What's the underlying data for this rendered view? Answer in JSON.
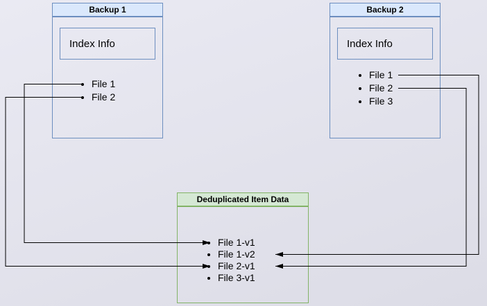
{
  "backup1": {
    "title": "Backup 1",
    "index_label": "Index Info",
    "files": [
      "File 1",
      "File 2"
    ]
  },
  "backup2": {
    "title": "Backup 2",
    "index_label": "Index Info",
    "files": [
      "File 1",
      "File 2",
      "File 3"
    ]
  },
  "dedup": {
    "title": "Deduplicated Item Data",
    "items": [
      "File 1-v1",
      "File 1-v2",
      "File 2-v1",
      "File 3-v1"
    ]
  },
  "edges": [
    {
      "from": "Backup 1 / File 1",
      "to": "File 1-v1"
    },
    {
      "from": "Backup 1 / File 2",
      "to": "File 2-v1"
    },
    {
      "from": "Backup 2 / File 1",
      "to": "File 1-v2"
    },
    {
      "from": "Backup 2 / File 2",
      "to": "File 2-v1"
    }
  ],
  "colors": {
    "blue_fill": "#dae8fc",
    "blue_border": "#6c8ebf",
    "green_fill": "#d5e8d4",
    "green_border": "#82b366",
    "arrow": "#000000",
    "bg_from": "#eaeaf3",
    "bg_to": "#dcdce6"
  }
}
